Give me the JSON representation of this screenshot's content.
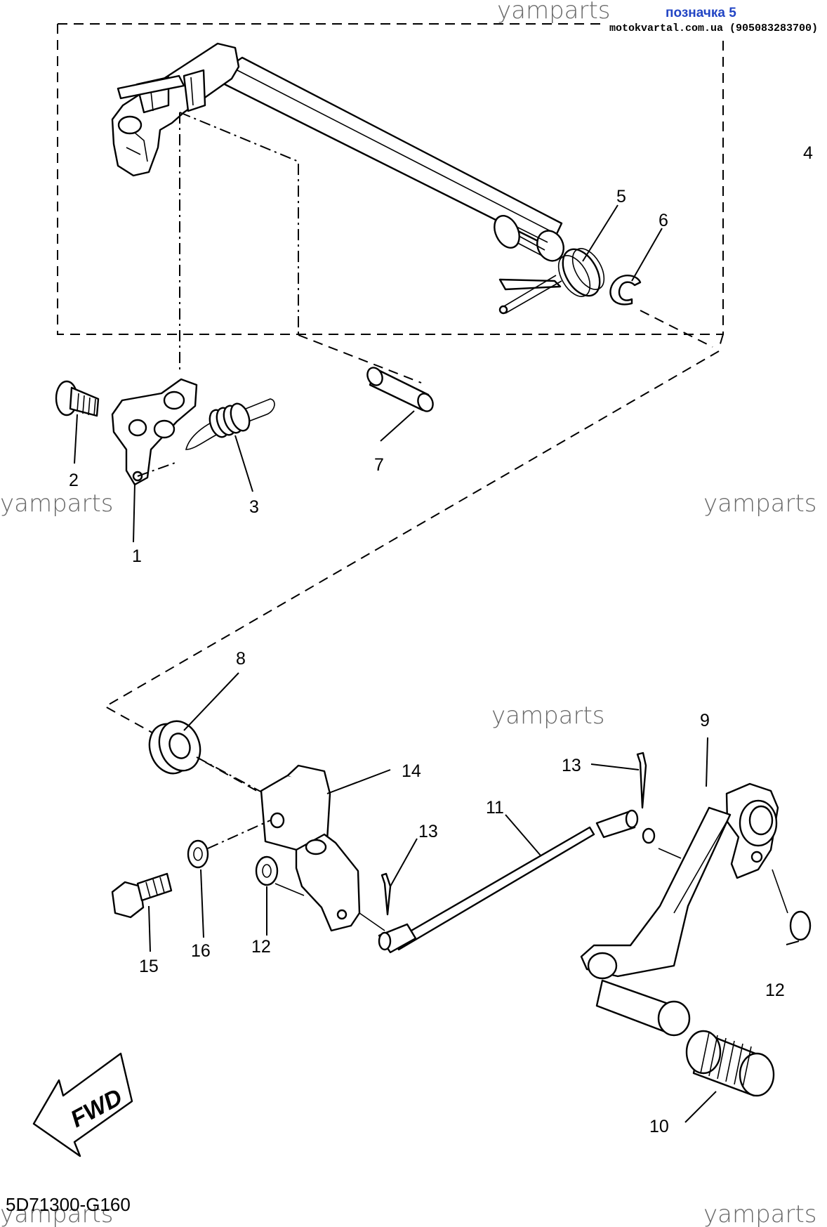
{
  "header": {
    "watermark": "yamparts",
    "marker": "позначка 5",
    "site": "motokvartal.com.ua (905083283700)"
  },
  "watermarks": [
    "yamparts",
    "yamparts",
    "yamparts",
    "yamparts",
    "yamparts",
    "yamparts"
  ],
  "callouts": {
    "c1": "1",
    "c2": "2",
    "c3": "3",
    "c4": "4",
    "c5": "5",
    "c6": "6",
    "c7": "7",
    "c8": "8",
    "c9": "9",
    "c10": "10",
    "c11": "11",
    "c12a": "12",
    "c12b": "12",
    "c13a": "13",
    "c13b": "13",
    "c14": "14",
    "c15": "15",
    "c16": "16"
  },
  "arrow": {
    "label": "FWD"
  },
  "footer": {
    "code": "5D71300-G160"
  },
  "colors": {
    "marker": "#2245c4",
    "watermark": "#6a6a6a",
    "line": "#000000"
  }
}
